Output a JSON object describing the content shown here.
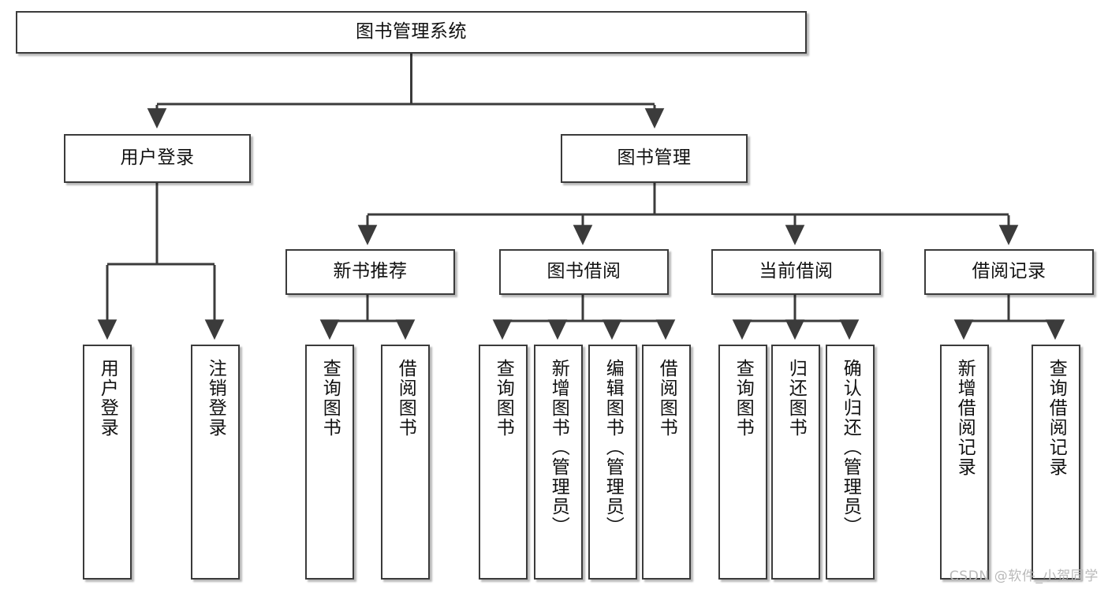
{
  "diagram": {
    "title": "图书管理系统",
    "type": "tree-hierarchy",
    "watermark": "CSDN @软件_小贺同学",
    "colors": {
      "box_border": "#3b3b3b",
      "box_fill": "#ffffff",
      "connector": "#3b3b3b",
      "text": "#111111",
      "watermark": "#b9b9b9",
      "background": "#ffffff"
    },
    "root": {
      "id": "root",
      "label": "图书管理系统"
    },
    "level2": [
      {
        "id": "user-login",
        "label": "用户登录"
      },
      {
        "id": "book-manage",
        "label": "图书管理"
      }
    ],
    "level3": [
      {
        "id": "new-book-rec",
        "label": "新书推荐",
        "parent": "book-manage"
      },
      {
        "id": "book-borrow",
        "label": "图书借阅",
        "parent": "book-manage"
      },
      {
        "id": "current-borrow",
        "label": "当前借阅",
        "parent": "book-manage"
      },
      {
        "id": "borrow-record",
        "label": "借阅记录",
        "parent": "book-manage"
      }
    ],
    "leaves": [
      {
        "id": "leaf-user-login",
        "label": "用户登录",
        "parent": "user-login"
      },
      {
        "id": "leaf-logout",
        "label": "注销登录",
        "parent": "user-login"
      },
      {
        "id": "leaf-query-book-rec",
        "label": "查询图书",
        "parent": "new-book-rec"
      },
      {
        "id": "leaf-borrow-book-rec",
        "label": "借阅图书",
        "parent": "new-book-rec"
      },
      {
        "id": "leaf-query-book-br",
        "label": "查询图书",
        "parent": "book-borrow"
      },
      {
        "id": "leaf-add-book",
        "label": "新增图书（管理员）",
        "parent": "book-borrow"
      },
      {
        "id": "leaf-edit-book",
        "label": "编辑图书（管理员）",
        "parent": "book-borrow"
      },
      {
        "id": "leaf-borrow-book-br",
        "label": "借阅图书",
        "parent": "book-borrow"
      },
      {
        "id": "leaf-query-book-cb",
        "label": "查询图书",
        "parent": "current-borrow"
      },
      {
        "id": "leaf-return-book",
        "label": "归还图书",
        "parent": "current-borrow"
      },
      {
        "id": "leaf-confirm-return",
        "label": "确认归还（管理员）",
        "parent": "current-borrow"
      },
      {
        "id": "leaf-add-record",
        "label": "新增借阅记录",
        "parent": "borrow-record"
      },
      {
        "id": "leaf-query-record",
        "label": "查询借阅记录",
        "parent": "borrow-record"
      }
    ]
  }
}
